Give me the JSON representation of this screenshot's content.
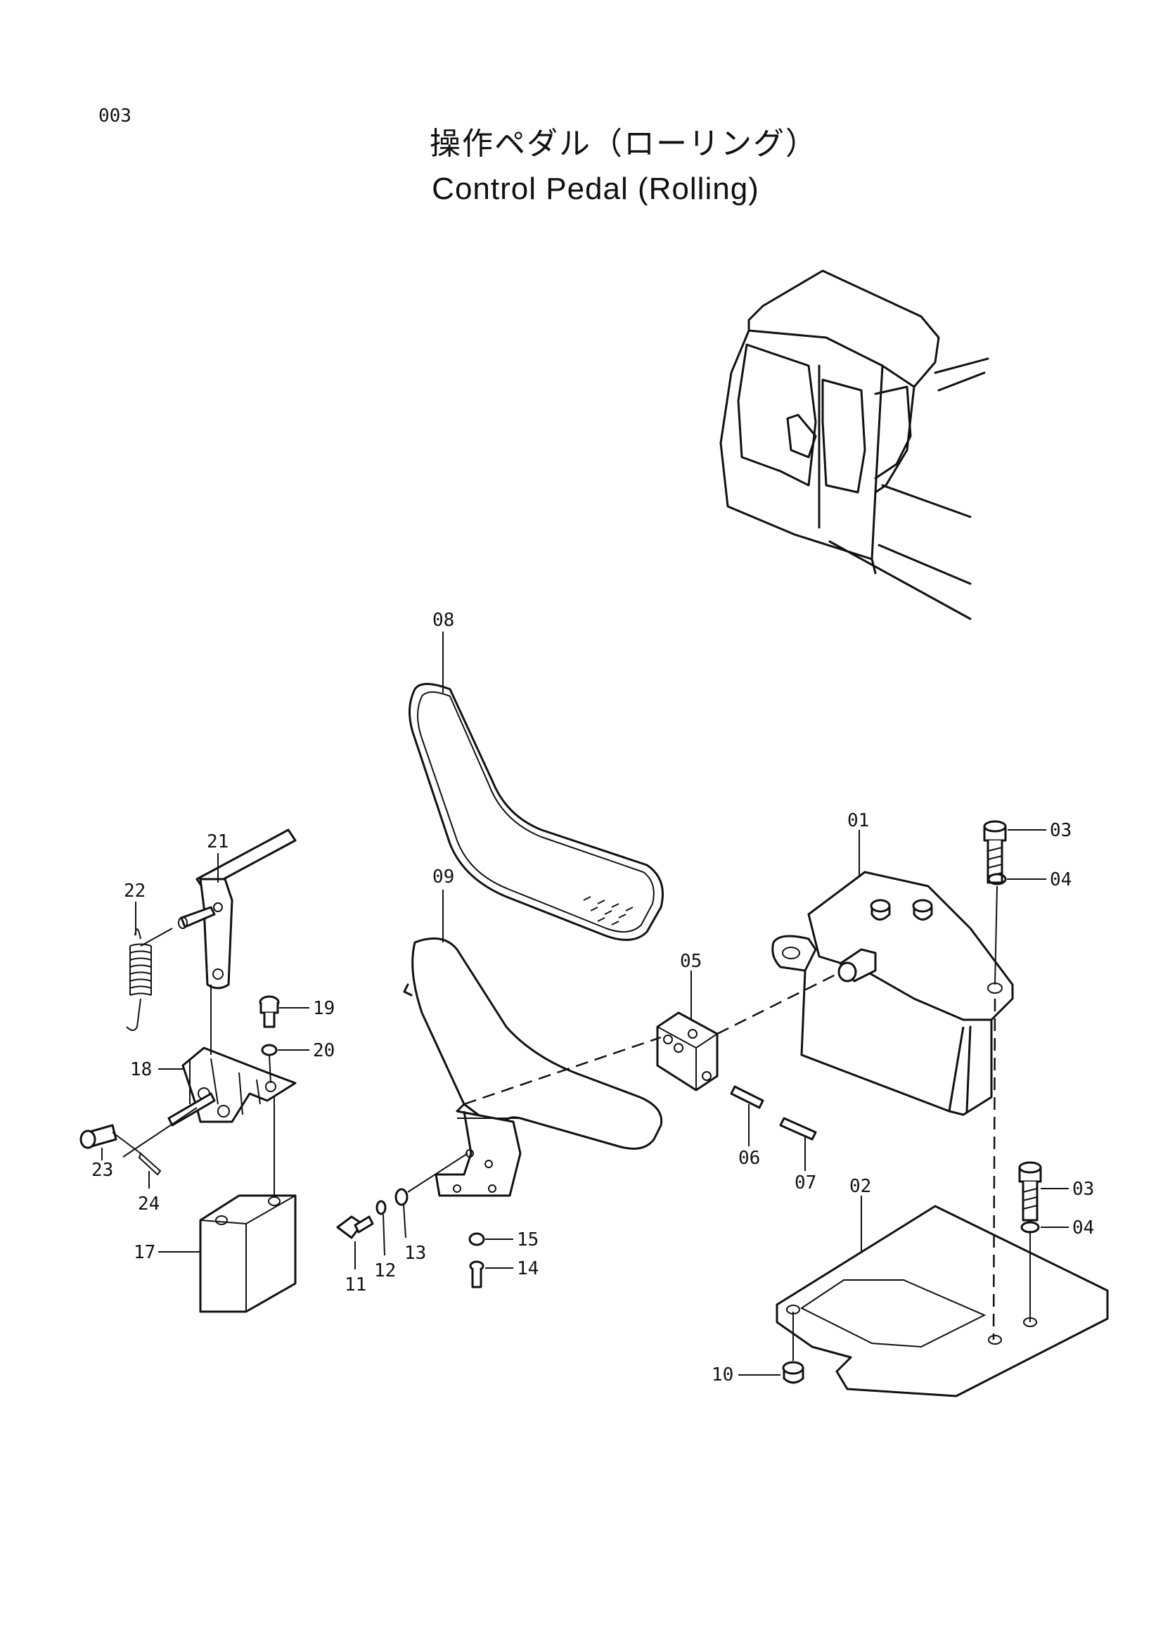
{
  "page_number": "003",
  "title_jp": "操作ペダル（ローリング）",
  "title_en": "Control Pedal (Rolling)",
  "callouts": {
    "c01": "01",
    "c02": "02",
    "c03a": "03",
    "c03b": "03",
    "c04a": "04",
    "c04b": "04",
    "c05": "05",
    "c06": "06",
    "c07": "07",
    "c08": "08",
    "c09": "09",
    "c10": "10",
    "c11": "11",
    "c12": "12",
    "c13": "13",
    "c14": "14",
    "c15": "15",
    "c17": "17",
    "c18": "18",
    "c19": "19",
    "c20": "20",
    "c21": "21",
    "c22": "22",
    "c23": "23",
    "c24": "24"
  }
}
